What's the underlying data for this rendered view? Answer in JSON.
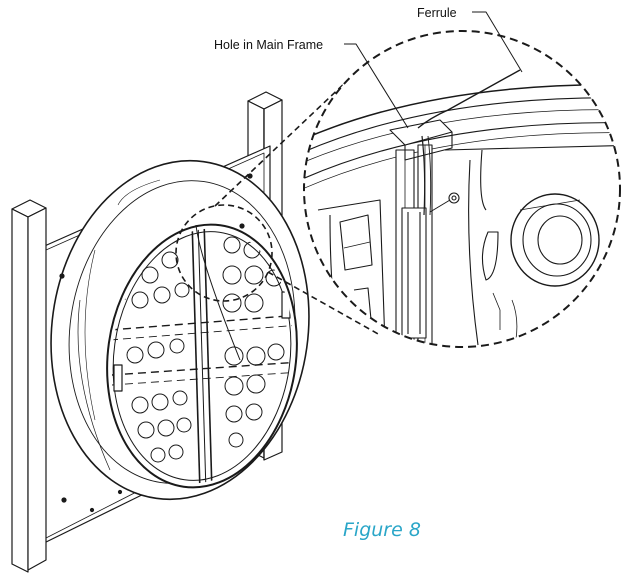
{
  "labels": {
    "ferrule": "Ferrule",
    "hole_in_main_frame": "Hole in Main Frame"
  },
  "caption": "Figure 8",
  "colors": {
    "line": "#1a1a1a",
    "caption": "#2aa6c8",
    "background": "#ffffff"
  }
}
